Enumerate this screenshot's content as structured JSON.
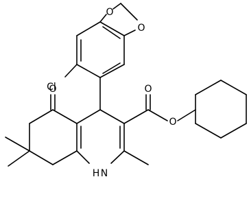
{
  "labels": {
    "chloro": "Cl",
    "dioxole_o_top": "O",
    "dioxole_o_right": "O",
    "ketone_o": "O",
    "ester_o": "O",
    "ester_carbonyl_o": "O",
    "amine_nh": "H N"
  },
  "colors": {
    "bond": "#000000",
    "background": "#ffffff"
  }
}
